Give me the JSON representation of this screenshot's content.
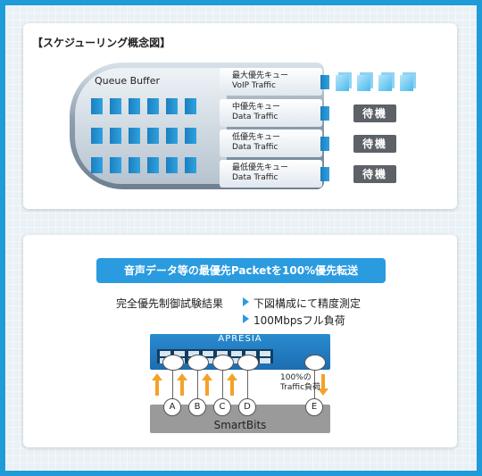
{
  "concept": {
    "title": "【スケジューリング概念図】",
    "queue_buffer_label": "Queue Buffer",
    "lanes": [
      {
        "line1": "最大優先キュー",
        "line2": "VoIP Traffic"
      },
      {
        "line1": "中優先キュー",
        "line2": "Data Traffic",
        "status": "待機"
      },
      {
        "line1": "低優先キュー",
        "line2": "Data Traffic",
        "status": "待機"
      },
      {
        "line1": "最低優先キュー",
        "line2": "Data Traffic",
        "status": "待機"
      }
    ]
  },
  "test": {
    "banner": "音声データ等の最優先Packetを100%優先転送",
    "result_label": "完全優先制御試験結果",
    "bullets": [
      "下図構成にて精度測定",
      "100Mbpsフル負荷"
    ],
    "switch_label": "APRESIA",
    "traffic_label_line1": "100%の",
    "traffic_label_line2": "Traffic負荷",
    "ports": [
      "A",
      "B",
      "C",
      "D",
      "E"
    ],
    "tester_label": "SmartBits"
  },
  "colors": {
    "frame": "#1f9bd8",
    "accent": "#2b9be0",
    "queue_block": "#1d7fbf",
    "traffic_arrow": "#f4a12a",
    "wait_badge": "#5d6168"
  }
}
